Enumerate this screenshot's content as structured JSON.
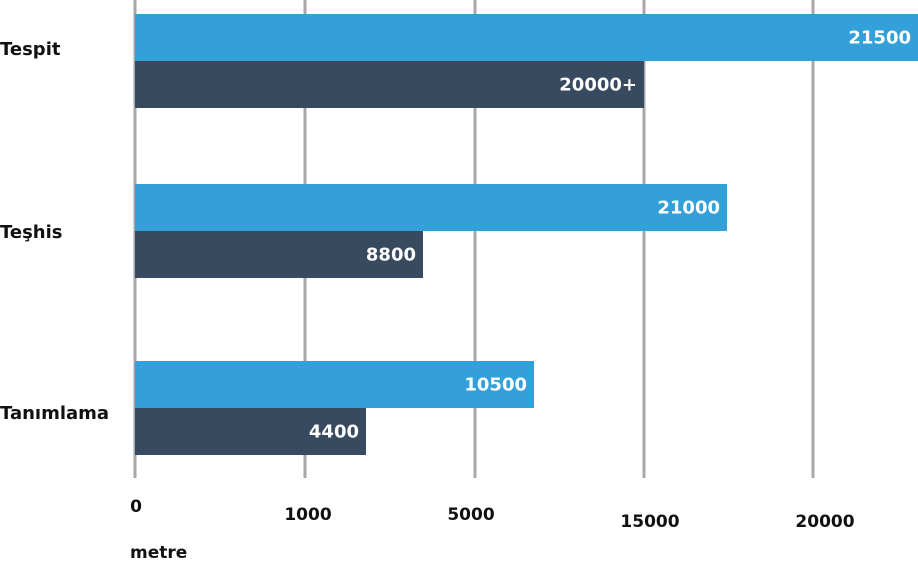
{
  "chart_data": {
    "type": "bar",
    "orientation": "horizontal",
    "categories": [
      "Tespit",
      "Teşhis",
      "Tanımlama"
    ],
    "series": [
      {
        "values": [
          21500,
          21000,
          10500
        ],
        "labels": [
          "21500",
          "21000",
          "10500"
        ],
        "color": "#33a0da"
      },
      {
        "values": [
          20000,
          8800,
          4400
        ],
        "labels": [
          "20000+",
          "8800",
          "4400"
        ],
        "color": "#374a60"
      }
    ],
    "ticks": [
      {
        "label": "0"
      },
      {
        "label": "1000"
      },
      {
        "label": "5000"
      },
      {
        "label": "15000"
      },
      {
        "label": "20000"
      }
    ],
    "scale": "non-linear",
    "xlabel": "metre",
    "grid": true,
    "legend": "none",
    "title": ""
  }
}
